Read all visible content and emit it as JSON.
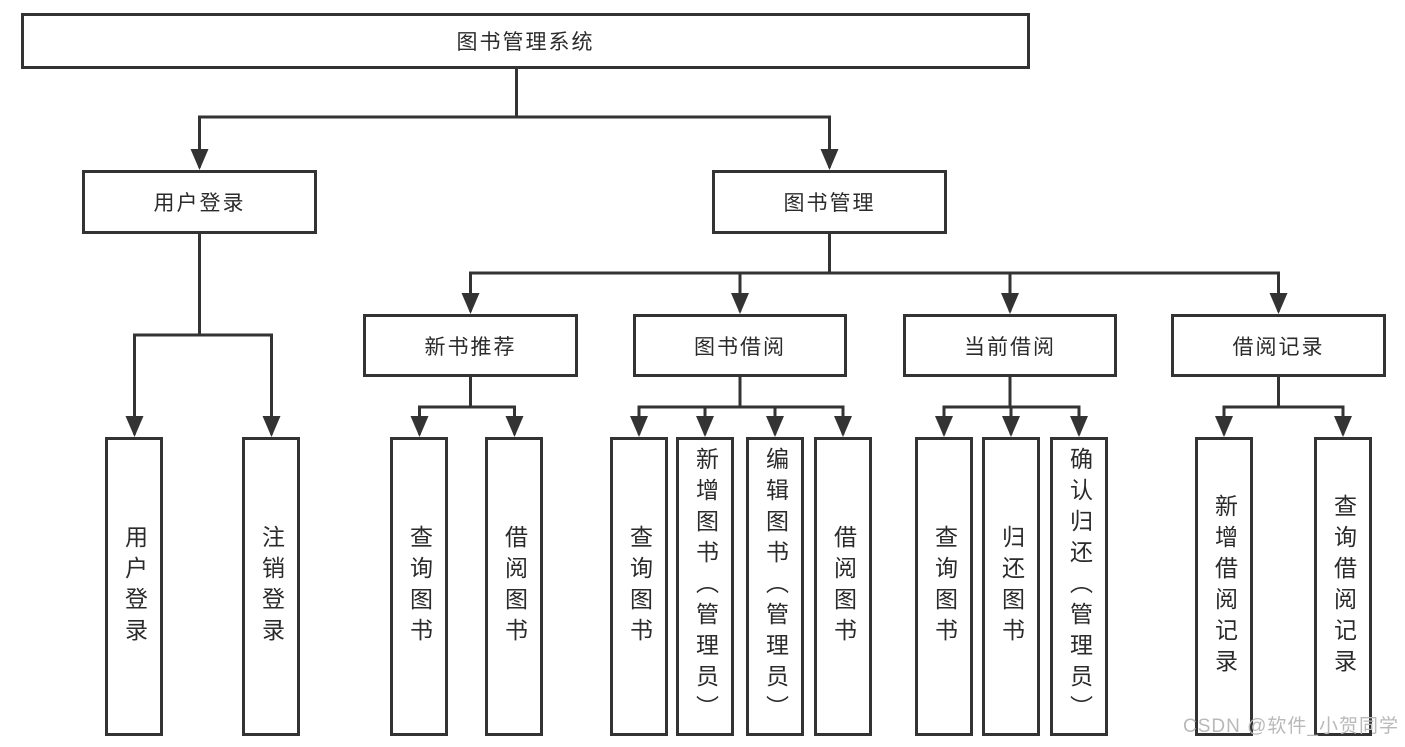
{
  "diagram": {
    "root": "图书管理系统",
    "level2": {
      "user_login": "用户登录",
      "book_management": "图书管理"
    },
    "level3": {
      "new_book_rec": "新书推荐",
      "book_borrow": "图书借阅",
      "current_borrow": "当前借阅",
      "borrow_record": "借阅记录"
    },
    "leaves": {
      "user_login": [
        "用户登录",
        "注销登录"
      ],
      "new_book_rec": [
        "查询图书",
        "借阅图书"
      ],
      "book_borrow": [
        "查询图书",
        "新增图书（管理员）",
        "编辑图书（管理员）",
        "借阅图书"
      ],
      "current_borrow": [
        "查询图书",
        "归还图书",
        "确认归还（管理员）"
      ],
      "borrow_record": [
        "新增借阅记录",
        "查询借阅记录"
      ]
    }
  },
  "watermark": "CSDN @软件_小贺同学",
  "colors": {
    "line": "#333333",
    "text": "#2b2b2b",
    "watermark": "#b9b9b9",
    "background": "#ffffff"
  }
}
